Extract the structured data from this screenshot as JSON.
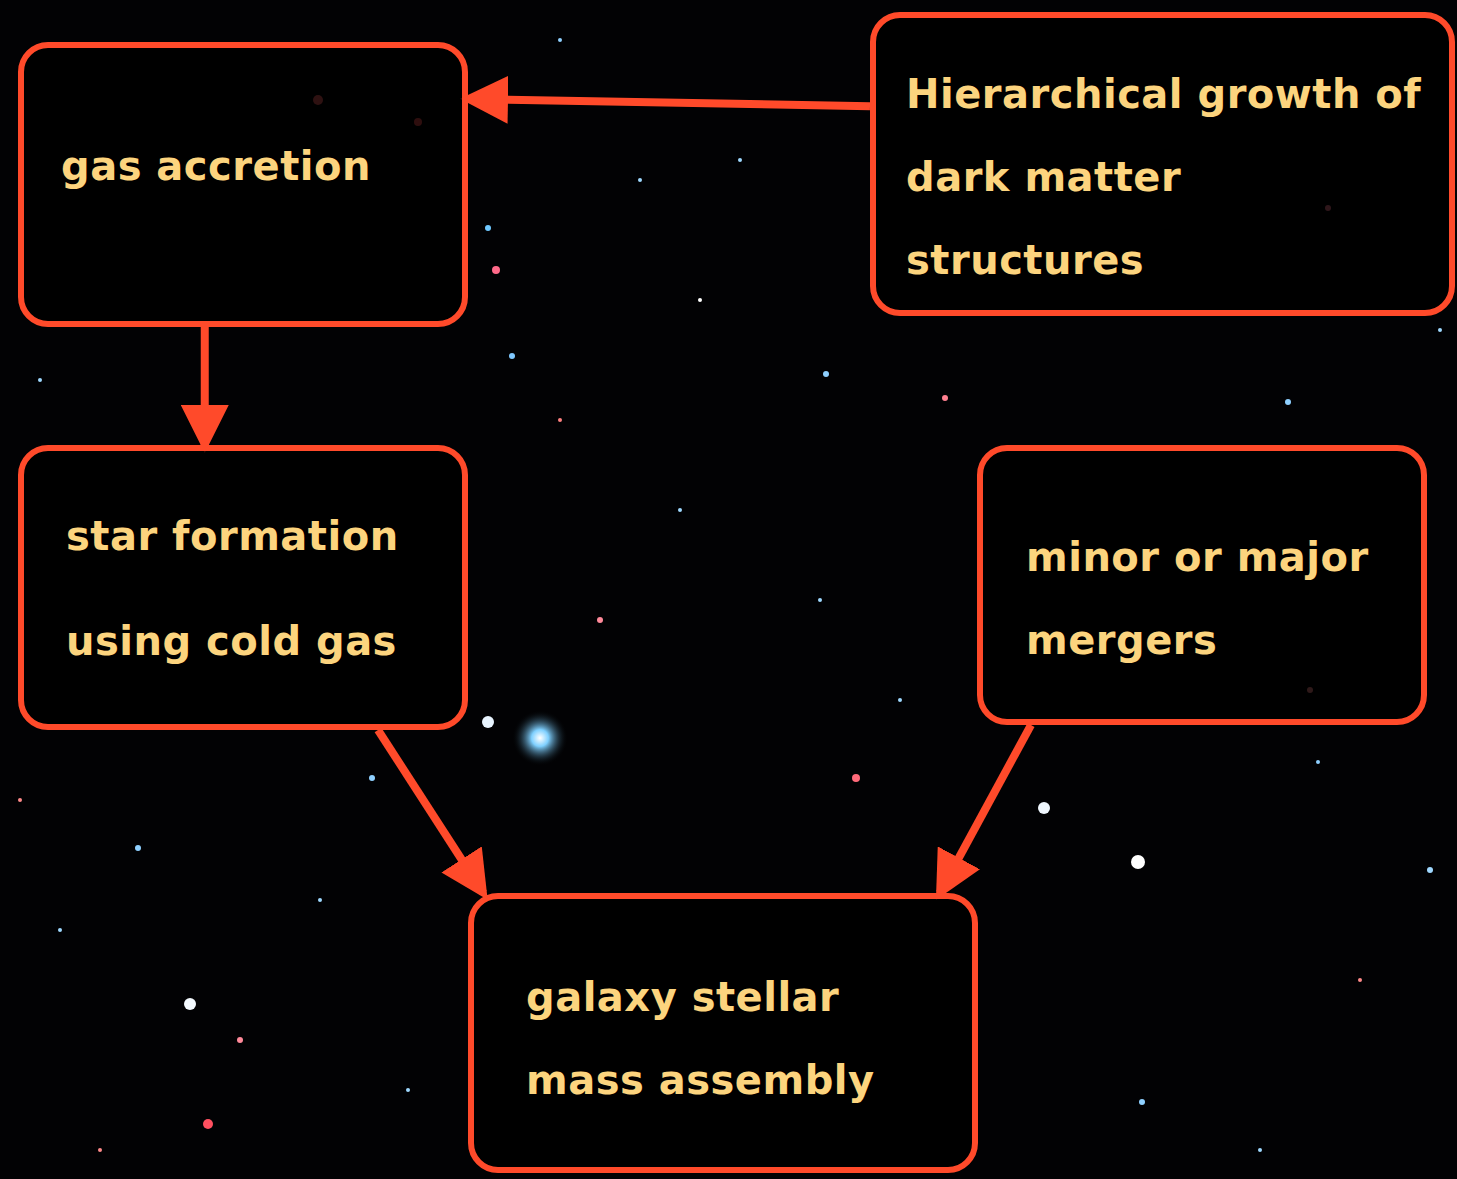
{
  "diagram": {
    "nodes": [
      {
        "text": [
          "gas accretion"
        ]
      },
      {
        "text": [
          "Hierarchical growth of dark matter structures"
        ]
      },
      {
        "text": [
          "star formation using cold gas"
        ]
      },
      {
        "text": [
          "minor or major mergers"
        ]
      },
      {
        "text": [
          "galaxy stellar mass assembly"
        ]
      }
    ],
    "edges": [
      {
        "from": 1,
        "to": 0,
        "arrow": "to"
      },
      {
        "from": 0,
        "to": 2,
        "arrow": "to"
      },
      {
        "from": 2,
        "to": 4,
        "arrow": "to"
      },
      {
        "from": 3,
        "to": 4,
        "arrow": "to"
      }
    ]
  }
}
